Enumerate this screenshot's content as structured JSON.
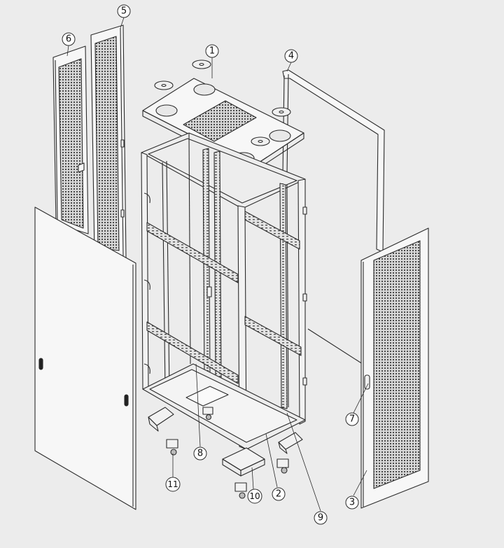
{
  "callouts": [
    {
      "id": "1",
      "label": "1"
    },
    {
      "id": "2",
      "label": "2"
    },
    {
      "id": "3",
      "label": "3"
    },
    {
      "id": "4",
      "label": "4"
    },
    {
      "id": "5",
      "label": "5"
    },
    {
      "id": "6",
      "label": "6"
    },
    {
      "id": "7",
      "label": "7"
    },
    {
      "id": "8",
      "label": "8"
    },
    {
      "id": "9",
      "label": "9"
    },
    {
      "id": "10",
      "label": "10"
    },
    {
      "id": "11",
      "label": "11"
    }
  ],
  "colors": {
    "background": "#ececec",
    "line": "#2b2b2b",
    "panel": "#f7f7f7",
    "mesh": "#5a5a5a"
  }
}
